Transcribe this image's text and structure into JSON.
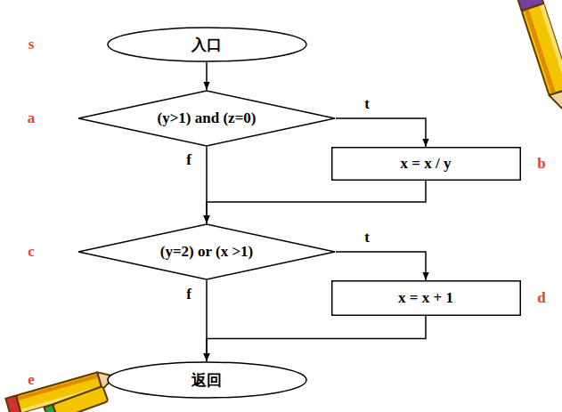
{
  "diagram": {
    "nodes": [
      {
        "text": [
          "入口"
        ]
      },
      {
        "text": [
          "(y>1) and (z=0)"
        ]
      },
      {
        "text": [
          "x = x / y"
        ]
      },
      {
        "text": [
          "(y=2) or (x >1)"
        ]
      },
      {
        "text": [
          "x = x + 1"
        ]
      },
      {
        "text": [
          "返回"
        ]
      }
    ],
    "edges": [
      {
        "from": 0,
        "to": 1,
        "arrow": "to"
      },
      {
        "from": 1,
        "to": 2,
        "label": "t",
        "arrow": "to"
      },
      {
        "from": 1,
        "to": 3,
        "label": "f",
        "arrow": "to"
      },
      {
        "from": 2,
        "to": 3,
        "arrow": "to"
      },
      {
        "from": 3,
        "to": 4,
        "label": "t",
        "arrow": "to"
      },
      {
        "from": 3,
        "to": 5,
        "label": "f",
        "arrow": "to"
      },
      {
        "from": 4,
        "to": 5,
        "arrow": "to"
      }
    ],
    "labels": [
      "s",
      "a",
      "b",
      "c",
      "d",
      "e"
    ]
  }
}
